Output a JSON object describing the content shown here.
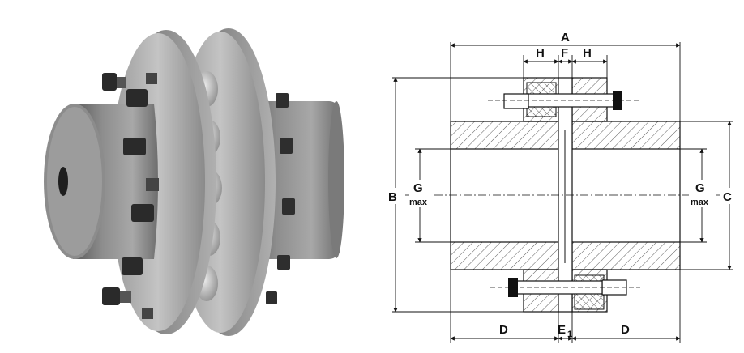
{
  "photo": {
    "subject": "flexible-pin-coupling-photo"
  },
  "drawing": {
    "labels": {
      "A": "A",
      "B": "B",
      "C": "C",
      "D_left": "D",
      "D_right": "D",
      "E": "E",
      "E_sub": "1",
      "F": "F",
      "H_left": "H",
      "H_right": "H",
      "G_left": "G",
      "G_left_sub": "max",
      "G_right": "G",
      "G_right_sub": "max"
    }
  }
}
